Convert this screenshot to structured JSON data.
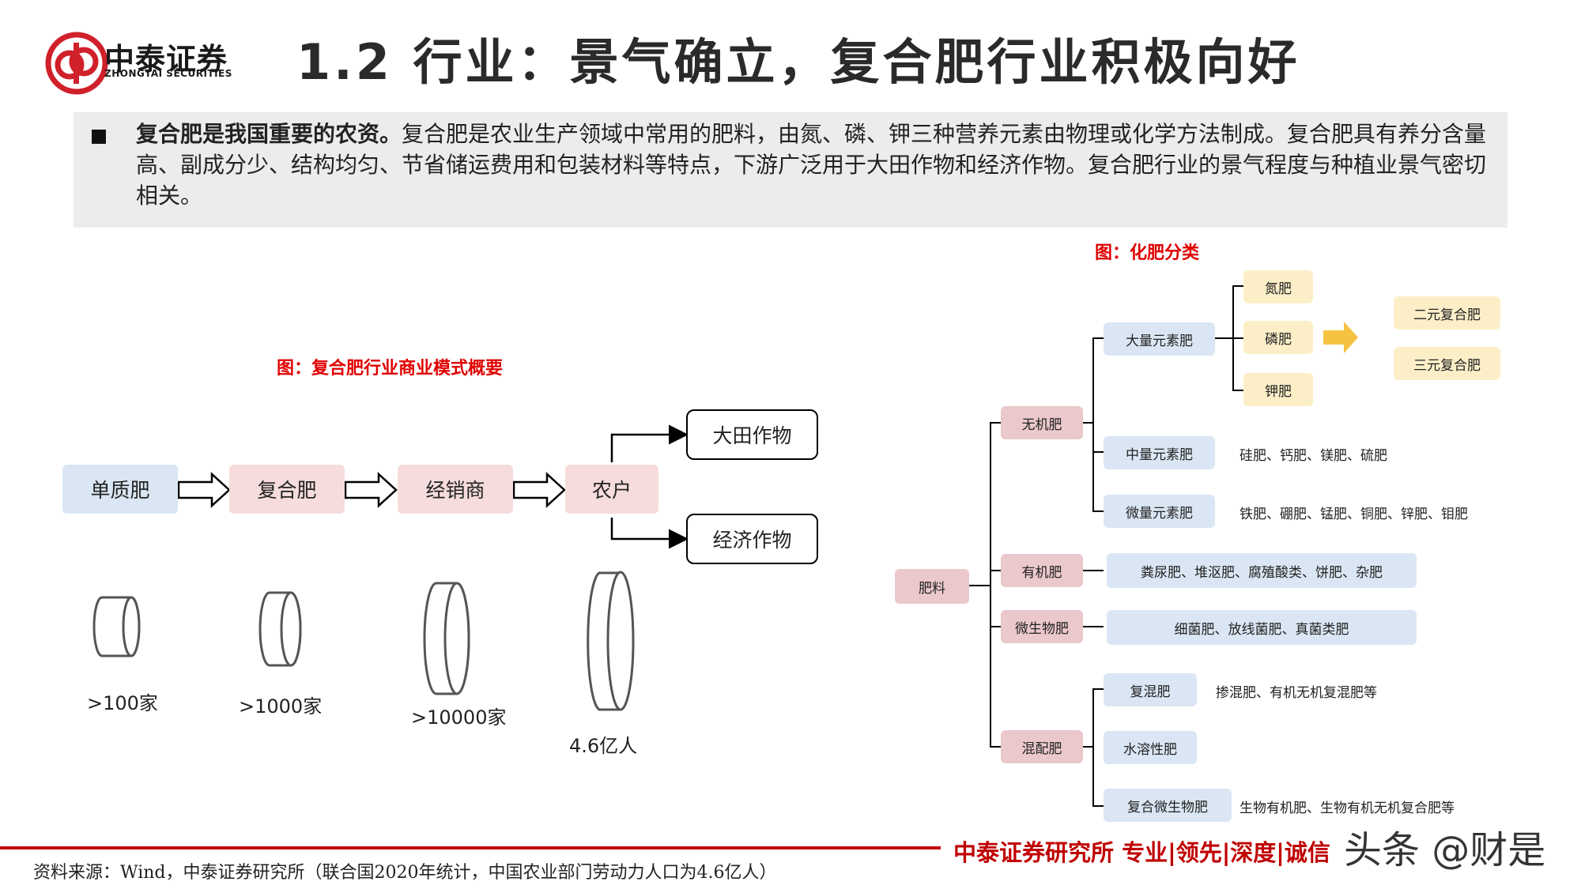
{
  "header": {
    "logo_cn": "中泰证券",
    "logo_en": "ZHONGTAI SECURITIES",
    "title_num": "1.2",
    "title_text": "行业：景气确立，复合肥行业积极向好"
  },
  "summary": {
    "bold": "复合肥是我国重要的农资。",
    "text": "复合肥是农业生产领域中常用的肥料，由氮、磷、钾三种营养元素由物理或化学方法制成。复合肥具有养分含量高、副成分少、结构均匀、节省储运费用和包装材料等特点，下游广泛用于大田作物和经济作物。复合肥行业的景气程度与种植业景气密切相关。"
  },
  "left_chart": {
    "caption": "图：复合肥行业商业模式概要",
    "chain": [
      "单质肥",
      "复合肥",
      "经销商",
      "农户"
    ],
    "outputs": [
      "大田作物",
      "经济作物"
    ],
    "counts": [
      ">100家",
      ">1000家",
      ">10000家",
      "4.6亿人"
    ]
  },
  "right_chart": {
    "caption": "图：化肥分类",
    "root": "肥料",
    "categories": [
      "无机肥",
      "有机肥",
      "微生物肥",
      "混配肥"
    ],
    "inorganic": [
      "大量元素肥",
      "中量元素肥",
      "微量元素肥"
    ],
    "macro_items": [
      "氮肥",
      "磷肥",
      "钾肥"
    ],
    "compound": [
      "二元复合肥",
      "三元复合肥"
    ],
    "medium_desc": "硅肥、钙肥、镁肥、硫肥",
    "micro_desc": "铁肥、硼肥、锰肥、铜肥、锌肥、钼肥",
    "organic_desc": "粪尿肥、堆沤肥、腐殖酸类、饼肥、杂肥",
    "microbe_desc": "细菌肥、放线菌肥、真菌类肥",
    "mixed": [
      "复混肥",
      "水溶性肥",
      "复合微生物肥"
    ],
    "mixed_desc": [
      "掺混肥、有机无机复混肥等",
      "生物有机肥、生物有机无机复合肥等"
    ]
  },
  "footer": {
    "brand": "中泰证券研究所 专业|领先|深度|诚信",
    "watermark": "头条 @财是",
    "source": "资料来源：Wind，中泰证券研究所（联合国2020年统计，中国农业部门劳动力人口为4.6亿人）"
  }
}
